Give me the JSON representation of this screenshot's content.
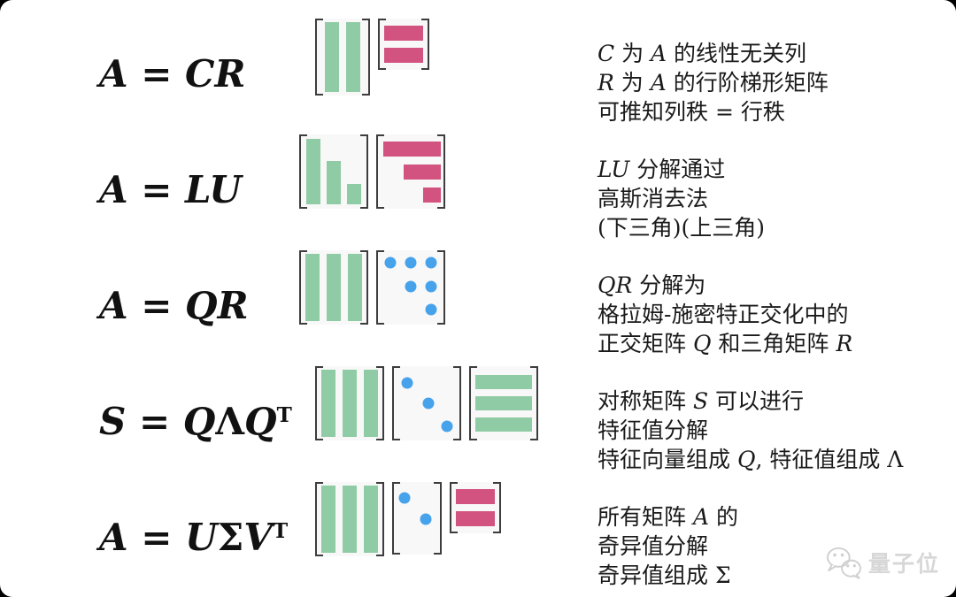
{
  "palette": {
    "green": "#8fcba4",
    "pink": "#d25380",
    "blue": "#47a2ec",
    "bracket": "#3d3d3d",
    "matrix_bg": "#f8f8f8",
    "watermark_gray": "#d7d7d7"
  },
  "watermark": {
    "icon": "wechat-icon",
    "label": "量子位"
  },
  "rows": [
    {
      "equation": "A = CR",
      "formula": [
        {
          "t": "A",
          "s": "bi"
        },
        {
          "t": " = ",
          "s": "b"
        },
        {
          "t": "CR",
          "s": "bi"
        }
      ],
      "matrices": [
        {
          "factor": "C",
          "kind": "vbars",
          "count": 2,
          "shape": "tall2",
          "color": "green"
        },
        {
          "factor": "R",
          "kind": "hbars",
          "count": 2,
          "shape": "smallsq",
          "color": "pink"
        }
      ],
      "description": [
        [
          {
            "t": "C",
            "i": 1
          },
          {
            "t": " 为 ",
            "i": 0
          },
          {
            "t": "A",
            "i": 1
          },
          {
            "t": " 的线性无关列",
            "i": 0
          }
        ],
        [
          {
            "t": "R",
            "i": 1
          },
          {
            "t": " 为 ",
            "i": 0
          },
          {
            "t": "A",
            "i": 1
          },
          {
            "t": " 的行阶梯形矩阵",
            "i": 0
          }
        ],
        [
          {
            "t": "可推知列秩 = 行秩",
            "i": 0
          }
        ]
      ]
    },
    {
      "equation": "A = LU",
      "formula": [
        {
          "t": "A",
          "s": "bi"
        },
        {
          "t": " = ",
          "s": "b"
        },
        {
          "t": "LU",
          "s": "bi"
        }
      ],
      "matrices": [
        {
          "factor": "L",
          "kind": "lower-vbars",
          "count": 3,
          "shape": "square",
          "color": "green"
        },
        {
          "factor": "U",
          "kind": "upper-hbars",
          "count": 3,
          "shape": "square",
          "color": "pink"
        }
      ],
      "description": [
        [
          {
            "t": "LU",
            "i": 1
          },
          {
            "t": " 分解通过",
            "i": 0
          }
        ],
        [
          {
            "t": "高斯消去法",
            "i": 0
          }
        ],
        [
          {
            "t": "(下三角)(上三角)",
            "i": 0
          }
        ]
      ]
    },
    {
      "equation": "A = QR",
      "formula": [
        {
          "t": "A",
          "s": "bi"
        },
        {
          "t": " = ",
          "s": "b"
        },
        {
          "t": "QR",
          "s": "bi"
        }
      ],
      "matrices": [
        {
          "factor": "Q",
          "kind": "vbars",
          "count": 3,
          "shape": "square",
          "color": "green"
        },
        {
          "factor": "R",
          "kind": "dots-upper",
          "count": 3,
          "shape": "square",
          "color": "blue"
        }
      ],
      "description": [
        [
          {
            "t": "QR",
            "i": 1
          },
          {
            "t": " 分解为",
            "i": 0
          }
        ],
        [
          {
            "t": "格拉姆-施密特正交化中的",
            "i": 0
          }
        ],
        [
          {
            "t": "正交矩阵 ",
            "i": 0
          },
          {
            "t": "Q",
            "i": 1
          },
          {
            "t": " 和三角矩阵 ",
            "i": 0
          },
          {
            "t": "R",
            "i": 1
          }
        ]
      ]
    },
    {
      "equation": "S = QΛQᵀ",
      "formula": [
        {
          "t": "S",
          "s": "bi"
        },
        {
          "t": " = ",
          "s": "b"
        },
        {
          "t": "Q",
          "s": "bi"
        },
        {
          "t": "Λ",
          "s": "b"
        },
        {
          "t": "Q",
          "s": "bi"
        },
        {
          "t": "T",
          "s": "sup"
        }
      ],
      "matrices": [
        {
          "factor": "Q",
          "kind": "vbars",
          "count": 3,
          "shape": "square",
          "color": "green"
        },
        {
          "factor": "Lambda",
          "kind": "dots-diag",
          "count": 3,
          "shape": "square",
          "color": "blue"
        },
        {
          "factor": "QT",
          "kind": "hbars",
          "count": 3,
          "shape": "square",
          "color": "green"
        }
      ],
      "description": [
        [
          {
            "t": "对称矩阵 ",
            "i": 0
          },
          {
            "t": "S",
            "i": 1
          },
          {
            "t": " 可以进行",
            "i": 0
          }
        ],
        [
          {
            "t": "特征值分解",
            "i": 0
          }
        ],
        [
          {
            "t": "特征向量组成 ",
            "i": 0
          },
          {
            "t": "Q",
            "i": 1
          },
          {
            "t": ", 特征值组成 Λ",
            "i": 0
          }
        ]
      ]
    },
    {
      "equation": "A = UΣVᵀ",
      "formula": [
        {
          "t": "A",
          "s": "bi"
        },
        {
          "t": " = ",
          "s": "b"
        },
        {
          "t": "U",
          "s": "bi"
        },
        {
          "t": "Σ",
          "s": "b"
        },
        {
          "t": "V",
          "s": "bi"
        },
        {
          "t": "T",
          "s": "sup"
        }
      ],
      "matrices": [
        {
          "factor": "U",
          "kind": "vbars",
          "count": 3,
          "shape": "square",
          "color": "green"
        },
        {
          "factor": "Sigma",
          "kind": "dots-diag",
          "count": 2,
          "shape": "tallnarrow",
          "color": "blue"
        },
        {
          "factor": "VT",
          "kind": "hbars",
          "count": 2,
          "shape": "smallsq",
          "color": "pink"
        }
      ],
      "description": [
        [
          {
            "t": "所有矩阵 ",
            "i": 0
          },
          {
            "t": "A",
            "i": 1
          },
          {
            "t": " 的",
            "i": 0
          }
        ],
        [
          {
            "t": "奇异值分解",
            "i": 0
          }
        ],
        [
          {
            "t": "奇异值组成 Σ",
            "i": 0
          }
        ]
      ]
    }
  ]
}
